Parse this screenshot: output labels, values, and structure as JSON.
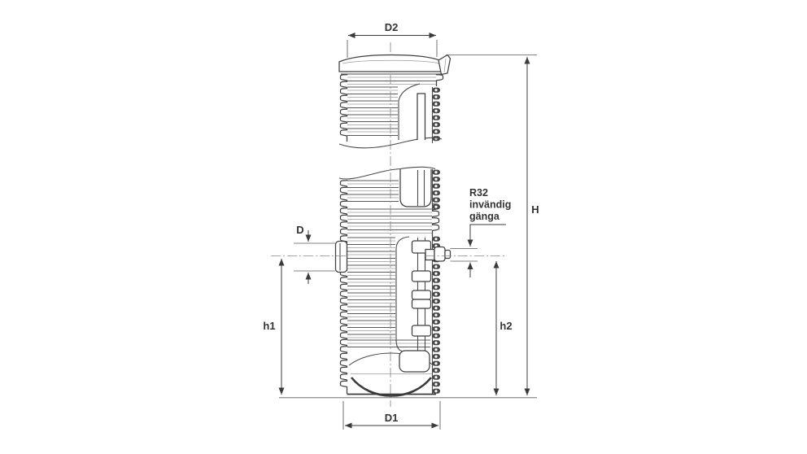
{
  "diagram": {
    "kind": "technical dimension drawing",
    "labels": {
      "top_diameter": "D2",
      "inlet_diameter": "D",
      "total_height": "H",
      "inlet_height": "h1",
      "outlet_height": "h2",
      "bottom_diameter": "D1"
    },
    "annotation": {
      "line1": "R32",
      "line2": "invändig",
      "line3": "gänga"
    },
    "colors": {
      "line": "#3f3f3f",
      "rib_light": "#9b9b9b",
      "background": "#ffffff",
      "text": "#333333"
    }
  }
}
